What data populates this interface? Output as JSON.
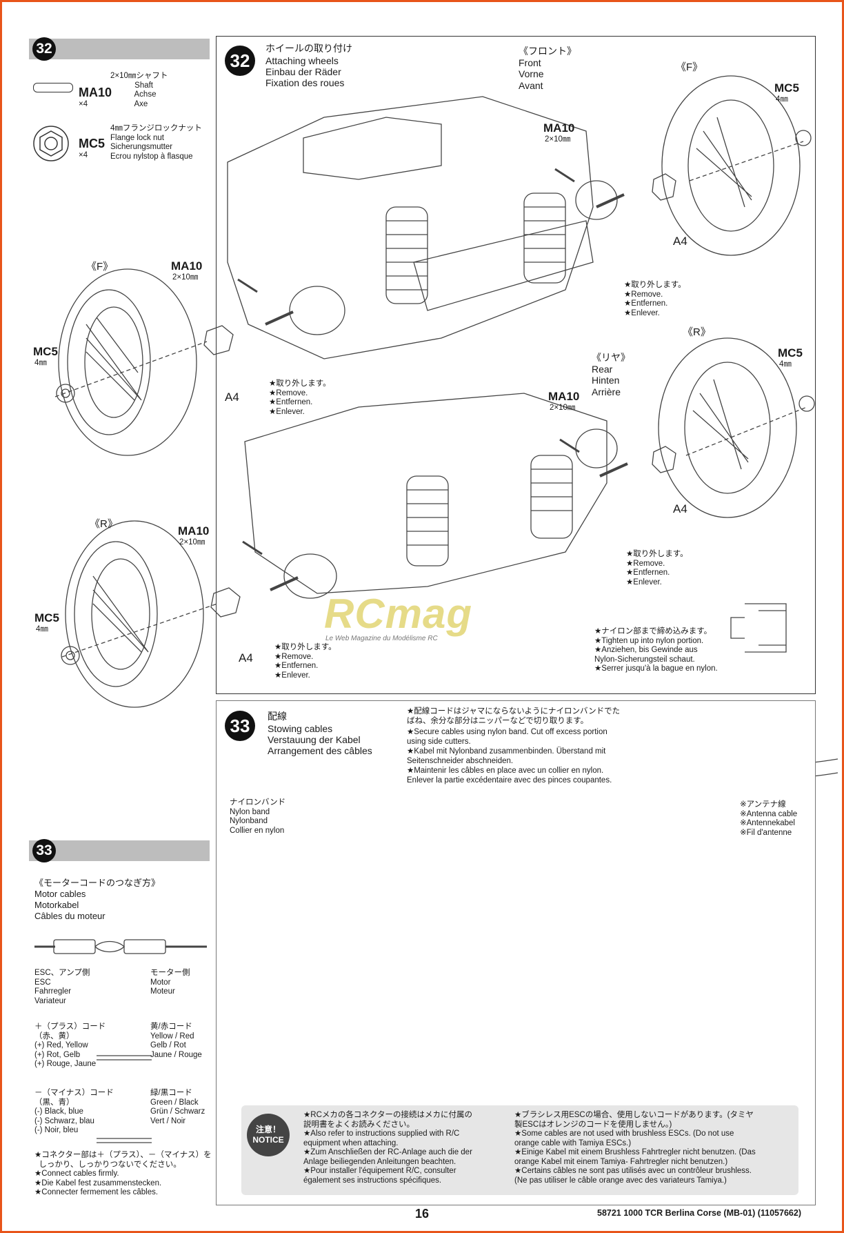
{
  "step32": {
    "number": "32",
    "title_jp": "ホイールの取り付け",
    "title_en": "Attaching wheels",
    "title_de": "Einbau der Räder",
    "title_fr": "Fixation des roues"
  },
  "step33": {
    "number": "33",
    "title_jp": "配線",
    "title_en": "Stowing cables",
    "title_de": "Verstauung der Kabel",
    "title_fr": "Arrangement des câbles",
    "instruction_jp": "★配線コードはジャマにならないようにナイロンバンドでた\nばね、余分な部分はニッパーなどで切り取ります。",
    "instruction_en": "★Secure cables using nylon band. Cut off excess portion\nusing side cutters.",
    "instruction_de": "★Kabel mit Nylonband zusammenbinden. Überstand mit\nSeitenschneider abschneiden.",
    "instruction_fr": "★Maintenir les câbles en place avec un collier en nylon.\nEnlever la partie excédentaire avec des pinces coupantes.",
    "nylon_band": "ナイロンバンド\nNylon band\nNylonband\nCollier en nylon",
    "antenna": "※アンテナ線\n※Antenna cable\n※Antennekabel\n※Fil d'antenne"
  },
  "parts": {
    "ma10_code": "MA10",
    "ma10_qty": "×4",
    "ma10_desc": "2×10㎜シャフト\n           Shaft\n           Achse\n           Axe",
    "mc5_code": "MC5",
    "mc5_qty": "×4",
    "mc5_desc": "4㎜フランジロックナット\nFlange lock nut\nSicherungsmutter\nEcrou nylstop à flasque"
  },
  "labels": {
    "front": "《フロント》\nFront\nVorne\nAvant",
    "rear": "《リヤ》\nRear\nHinten\nArrière",
    "f": "《F》",
    "r": "《R》",
    "ma10": "MA10",
    "size": "2×10㎜",
    "mc5": "MC5",
    "mm4": "4㎜",
    "a4": "A4",
    "remove": "★取り外します。\n★Remove.\n★Entfernen.\n★Enlever.",
    "tighten": "★ナイロン部まで締め込みます。\n★Tighten up into nylon portion.\n★Anziehen, bis Gewinde aus\nNylon-Sicherungsteil schaut.\n★Serrer jusqu'à la bague en nylon."
  },
  "motor": {
    "title": "《モーターコードのつなぎ方》\nMotor cables\nMotorkabel\nCâbles du moteur",
    "esc": "ESC、アンプ側\nESC\nFahrregler\nVariateur",
    "motor_side": "モーター側\nMotor\nMoteur",
    "plus": "＋（プラス）コード\n（赤、黄）\n(+) Red, Yellow\n(+) Rot, Gelb\n(+) Rouge, Jaune",
    "yellow_red": "黄/赤コード\nYellow / Red\nGelb / Rot\nJaune / Rouge",
    "minus": "－（マイナス）コード\n（黒、青）\n(-) Black, blue\n(-) Schwarz, blau\n(-) Noir, bleu",
    "green_black": "緑/黒コード\nGreen / Black\nGrün / Schwarz\nVert / Noir",
    "connect": "★コネクター部は＋（プラス）、－（マイナス）を\n  しっかり、しっかりつないでください。\n★Connect cables firmly.\n★Die Kabel fest zusammenstecken.\n★Connecter fermement les câbles."
  },
  "notice": {
    "badge": "注意！\nNOTICE",
    "left": "★RCメカの各コネクターの接続はメカに付属の\n説明書をよくお読みください。\n★Also refer to instructions supplied with R/C\nequipment when attaching.\n★Zum Anschließen der RC-Anlage auch die der\nAnlage beiliegenden Anleitungen beachten.\n★Pour installer l'équipement R/C, consulter\négalement ses instructions spécifiques.",
    "right": "★ブラシレス用ESCの場合、使用しないコードがあります。(タミヤ\n製ESCはオレンジのコードを使用しません。)\n★Some cables are not used with brushless ESCs. (Do not use\norange cable with Tamiya ESCs.)\n★Einige Kabel mit einem Brushless Fahrtregler nicht benutzen. (Das\norange Kabel mit einem Tamiya- Fahrtregler nicht benutzen.)\n★Certains câbles ne sont pas utilisés avec un contrôleur brushless.\n(Ne pas utiliser le câble orange avec des variateurs Tamiya.)"
  },
  "watermark": {
    "brand": "RCmag",
    "tagline": "Le Web Magazine du Modélisme RC"
  },
  "page_number": "16",
  "footer": "58721 1000 TCR Berlina Corse (MB-01) (11057662)"
}
